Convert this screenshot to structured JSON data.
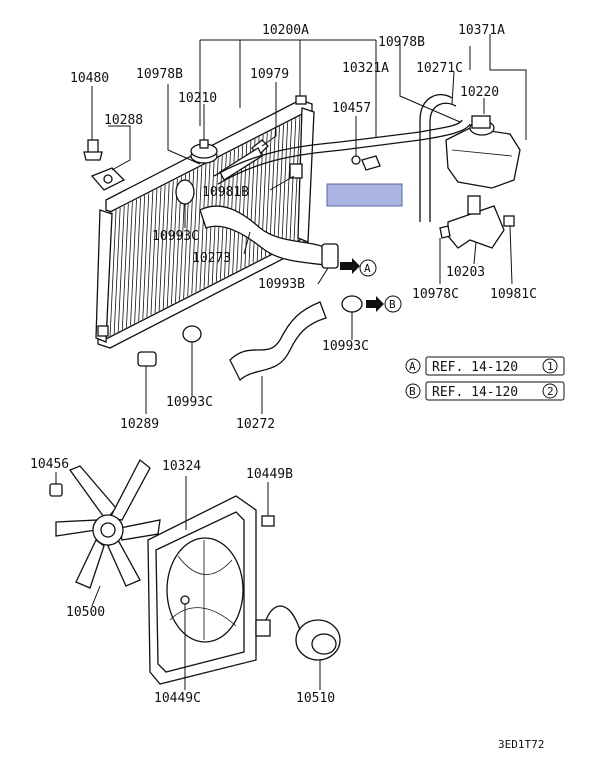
{
  "parts": {
    "p10200A": "10200A",
    "p10978B_top": "10978B",
    "p10371A": "10371A",
    "p10480": "10480",
    "p10978B_left": "10978B",
    "p10979": "10979",
    "p10321A": "10321A",
    "p10271C": "10271C",
    "p10210": "10210",
    "p10220": "10220",
    "p10288": "10288",
    "p10457": "10457",
    "p10981B": "10981B",
    "p10993C_a": "10993C",
    "p10273": "10273",
    "p10993B": "10993B",
    "p10203": "10203",
    "p10978C": "10978C",
    "p10981C": "10981C",
    "p10993C_b": "10993C",
    "p10289": "10289",
    "p10993C_c": "10993C",
    "p10272": "10272",
    "p10456": "10456",
    "p10324": "10324",
    "p10449B": "10449B",
    "p10500": "10500",
    "p10449C": "10449C",
    "p10510": "10510"
  },
  "refs": {
    "a_letter": "A",
    "b_letter": "B",
    "a_text": "REF. 14-120",
    "a_num": "1",
    "b_text": "REF. 14-120",
    "b_num": "2"
  },
  "diagram_code": "3ED1T72",
  "colors": {
    "highlight": "#a9b4e0"
  }
}
